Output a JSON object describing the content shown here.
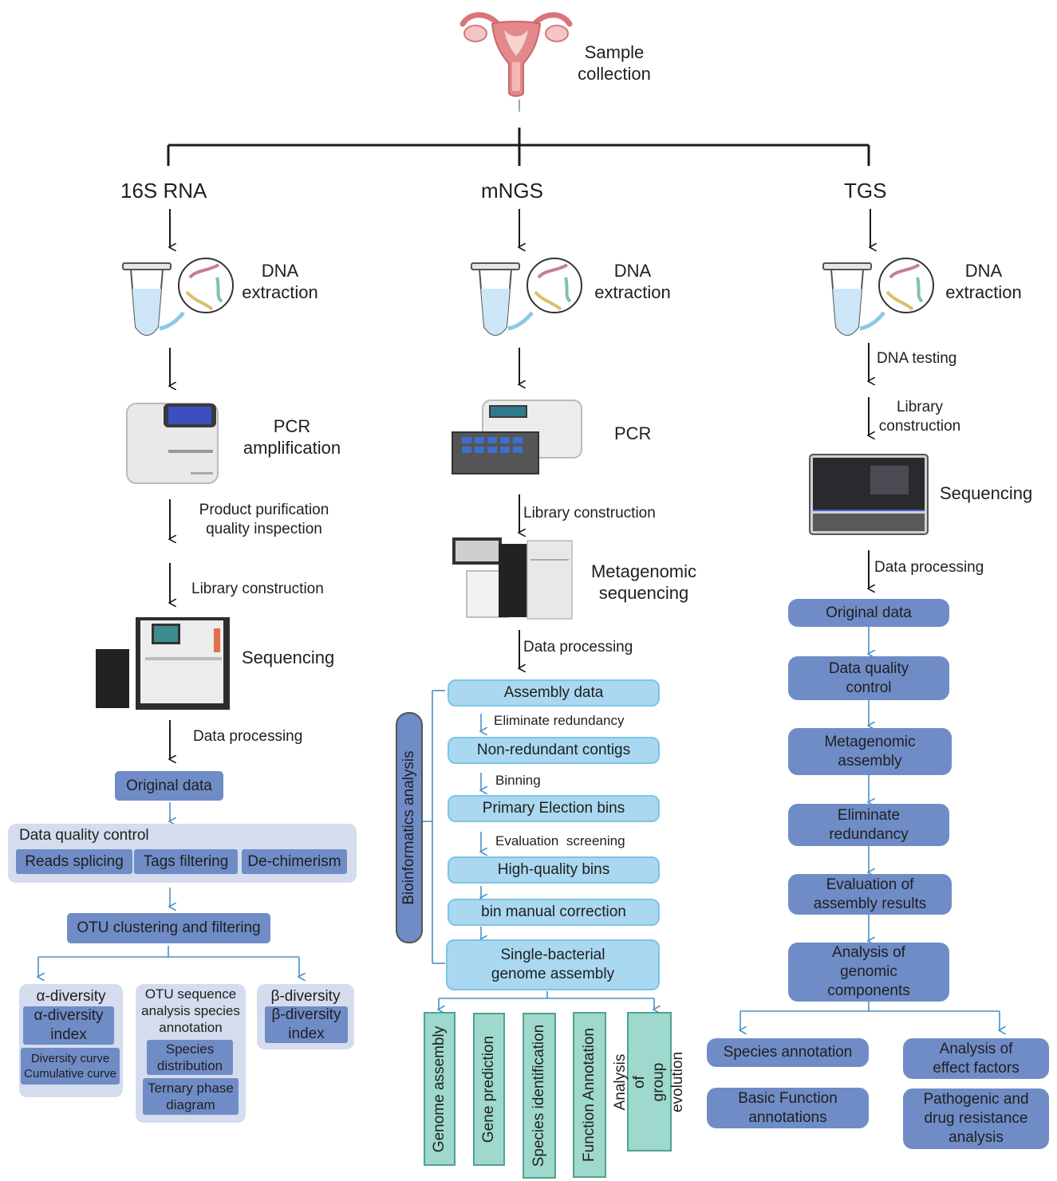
{
  "top": {
    "title": "Sample\ncollection"
  },
  "branches": {
    "b16s": "16S RNA",
    "mngs": "mNGS",
    "tgs": "TGS"
  },
  "col16s": {
    "dna": "DNA\nextraction",
    "pcr": "PCR\namplification",
    "purification": "Product purification\nquality inspection",
    "library": "Library construction",
    "sequencing": "Sequencing",
    "processing": "Data processing",
    "original": "Original data",
    "qc_title": "Data quality control",
    "qc_items": [
      "Reads splicing",
      "Tags filtering",
      "De-chimerism"
    ],
    "otu": "OTU clustering and filtering",
    "alpha_title": "α-diversity",
    "alpha_index": "α-diversity\nindex",
    "alpha_curves": "Diversity curve\nCumulative curve",
    "otu_seq": "OTU sequence\nanalysis species\nannotation",
    "species_dist": "Species\ndistribution",
    "ternary": "Ternary phase\ndiagram",
    "beta_title": "β-diversity",
    "beta_index": "β-diversity\nindex"
  },
  "colmngs": {
    "dna": "DNA\nextraction",
    "pcr": "PCR",
    "library": "Library construction",
    "meta_seq": "Metagenomic\nsequencing",
    "processing": "Data processing",
    "bioinfo": "Bioinformatics analysis",
    "assembly": "Assembly data",
    "elim": "Eliminate redundancy",
    "nonred": "Non-redundant contigs",
    "binning": "Binning",
    "primary": "Primary Election bins",
    "eval": "Evaluation  screening",
    "hq": "High-quality bins",
    "manual": "bin manual correction",
    "single": "Single-bacterial\ngenome assembly",
    "outputs": [
      "Genome assembly",
      "Gene prediction",
      "Species identification",
      "Function Annotation",
      "Analysis of\ngroup evolution"
    ]
  },
  "coltgs": {
    "dna": "DNA\nextraction",
    "testing": "DNA testing",
    "library": "Library\nconstruction",
    "sequencing": "Sequencing",
    "processing": "Data processing",
    "steps": [
      "Original data",
      "Data quality\ncontrol",
      "Metagenomic\nassembly",
      "Eliminate\nredundancy",
      "Evaluation of\nassembly results",
      "Analysis of\ngenomic\ncomponents"
    ],
    "species": "Species annotation",
    "basic": "Basic Function\nannotations",
    "effect": "Analysis of\neffect factors",
    "pathogenic": "Pathogenic and\ndrug  resistance\nanalysis"
  }
}
